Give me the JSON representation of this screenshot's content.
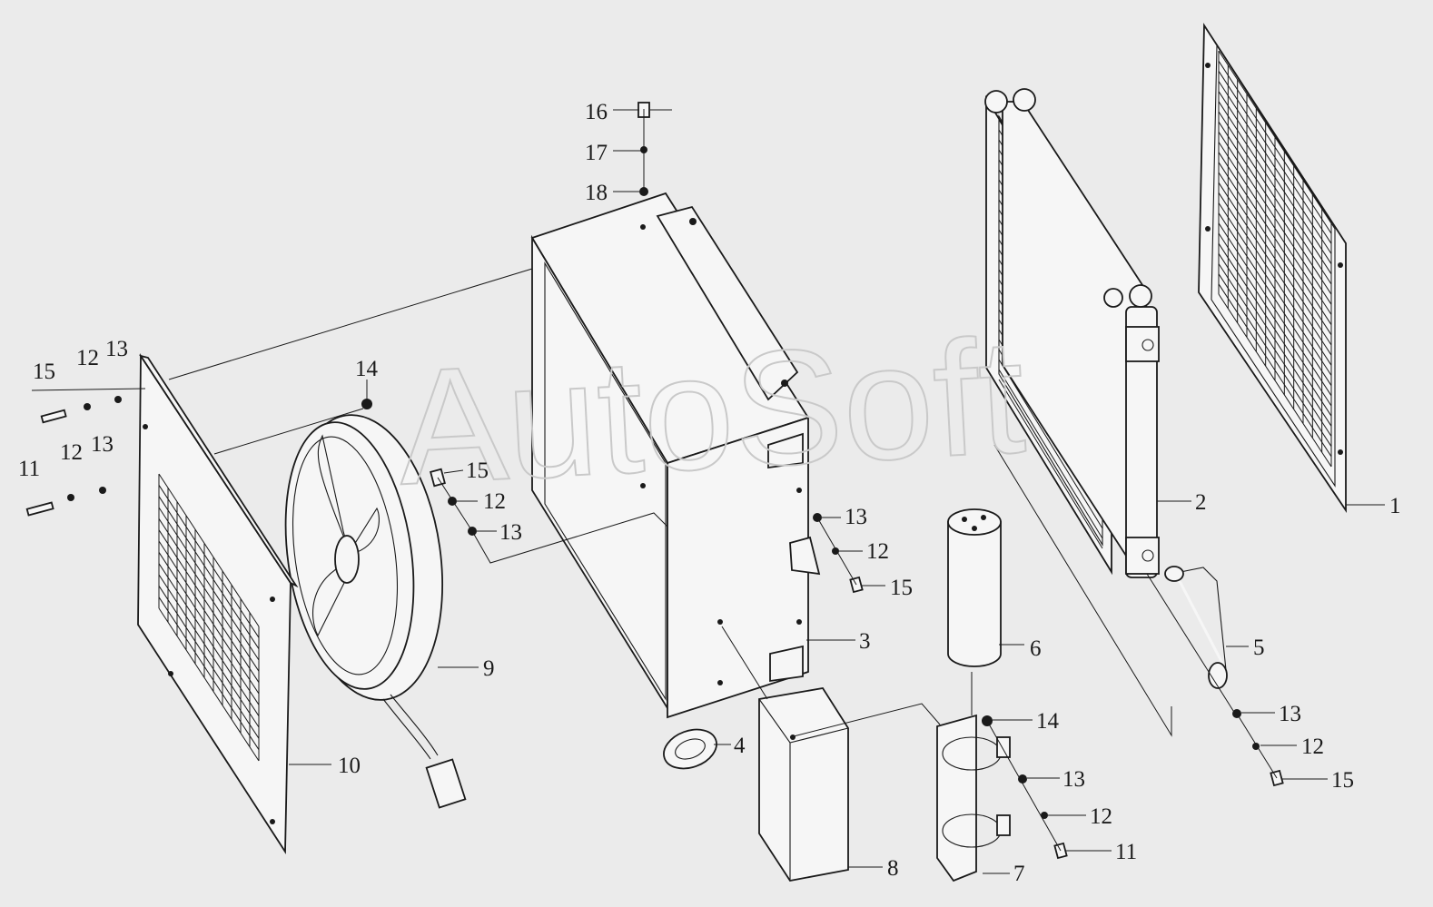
{
  "watermark": "AutoSoft",
  "callouts": [
    {
      "id": "c1",
      "text": "1"
    },
    {
      "id": "c2",
      "text": "2"
    },
    {
      "id": "c3",
      "text": "3"
    },
    {
      "id": "c4",
      "text": "4"
    },
    {
      "id": "c5",
      "text": "5"
    },
    {
      "id": "c6",
      "text": "6"
    },
    {
      "id": "c7",
      "text": "7"
    },
    {
      "id": "c8",
      "text": "8"
    },
    {
      "id": "c9",
      "text": "9"
    },
    {
      "id": "c10",
      "text": "10"
    },
    {
      "id": "c11a",
      "text": "11"
    },
    {
      "id": "c11b",
      "text": "11"
    },
    {
      "id": "c12a",
      "text": "12"
    },
    {
      "id": "c12b",
      "text": "12"
    },
    {
      "id": "c12c",
      "text": "12"
    },
    {
      "id": "c12d",
      "text": "12"
    },
    {
      "id": "c12e",
      "text": "12"
    },
    {
      "id": "c12f",
      "text": "12"
    },
    {
      "id": "c13a",
      "text": "13"
    },
    {
      "id": "c13b",
      "text": "13"
    },
    {
      "id": "c13c",
      "text": "13"
    },
    {
      "id": "c13d",
      "text": "13"
    },
    {
      "id": "c13e",
      "text": "13"
    },
    {
      "id": "c13f",
      "text": "13"
    },
    {
      "id": "c14a",
      "text": "14"
    },
    {
      "id": "c14b",
      "text": "14"
    },
    {
      "id": "c15a",
      "text": "15"
    },
    {
      "id": "c15b",
      "text": "15"
    },
    {
      "id": "c15c",
      "text": "15"
    },
    {
      "id": "c15d",
      "text": "15"
    },
    {
      "id": "c16",
      "text": "16"
    },
    {
      "id": "c17",
      "text": "17"
    },
    {
      "id": "c18",
      "text": "18"
    }
  ]
}
